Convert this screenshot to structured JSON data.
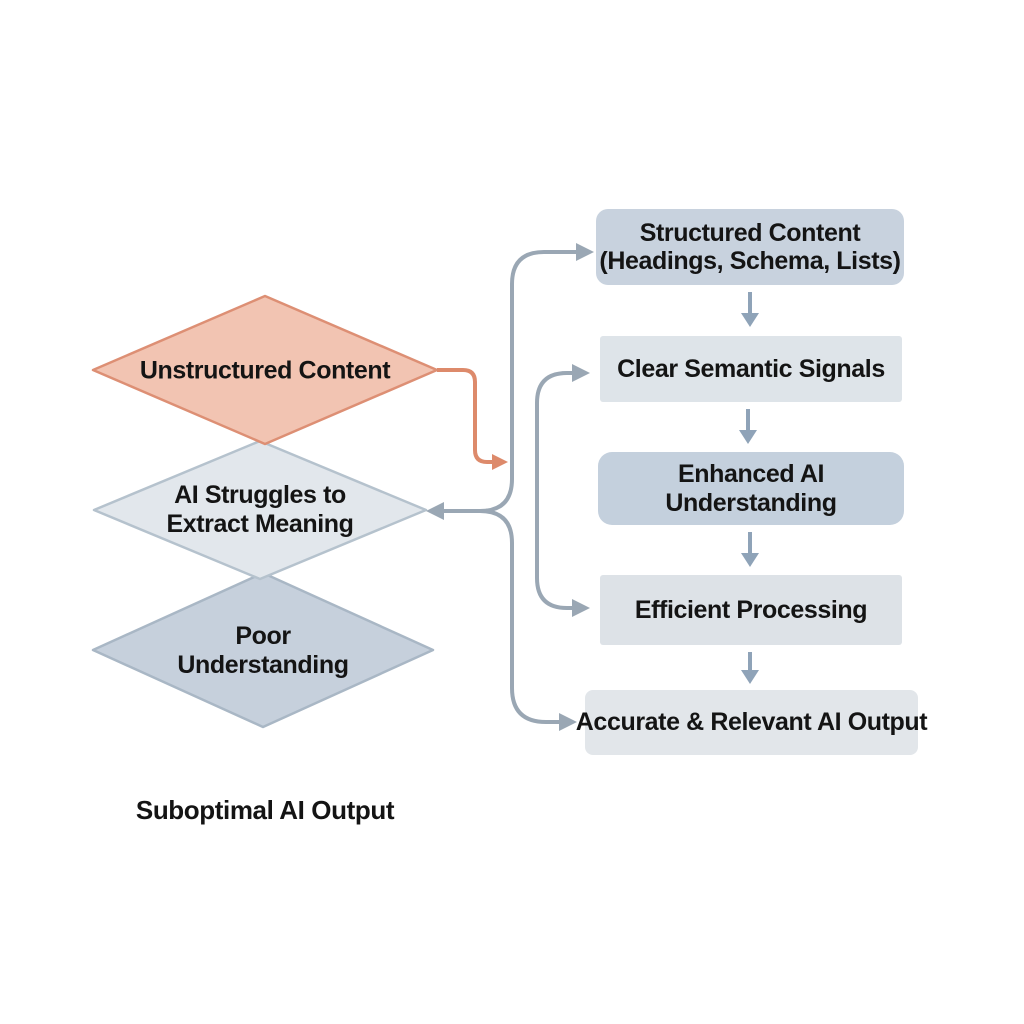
{
  "diagram_type": "flowchart",
  "colors": {
    "background": "#ffffff",
    "connector_gray": "#9aa7b4",
    "connector_orange": "#dd8a6b",
    "down_arrow_gray": "#8fa3b8",
    "text": "#141414",
    "diamond_unstructured_fill": "#f2c4b2",
    "diamond_unstructured_stroke": "#dd8f74",
    "diamond_struggles_fill": "#e2e7ec",
    "diamond_struggles_stroke": "#b5c2cd",
    "diamond_poor_fill": "#c6d0dc",
    "diamond_poor_stroke": "#a9b7c5",
    "box_structured_fill": "#c8d2de",
    "box_clear_semantic_fill": "#dee4e9",
    "box_enhanced_fill": "#c4d0dd",
    "box_efficient_fill": "#dde2e7",
    "box_accurate_fill": "#e2e6ea"
  },
  "left_flow": {
    "diamonds": [
      {
        "id": "unstructured-content",
        "lines": [
          "Unstructured Content"
        ]
      },
      {
        "id": "ai-struggles-to-extract-meaning",
        "lines": [
          "AI Struggles to",
          "Extract Meaning"
        ]
      },
      {
        "id": "poor-understanding",
        "lines": [
          "Poor",
          "Understanding"
        ]
      }
    ],
    "footer_label": "Suboptimal AI Output"
  },
  "right_flow": {
    "boxes": [
      {
        "id": "structured-content",
        "lines": [
          "Structured Content",
          "(Headings, Schema, Lists)"
        ]
      },
      {
        "id": "clear-semantic-signals",
        "lines": [
          "Clear Semantic Signals"
        ]
      },
      {
        "id": "enhanced-ai-understanding",
        "lines": [
          "Enhanced AI",
          "Understanding"
        ]
      },
      {
        "id": "efficient-processing",
        "lines": [
          "Efficient Processing"
        ]
      },
      {
        "id": "accurate-relevant-ai-output",
        "lines": [
          "Accurate & Relevant AI Output"
        ]
      }
    ]
  }
}
